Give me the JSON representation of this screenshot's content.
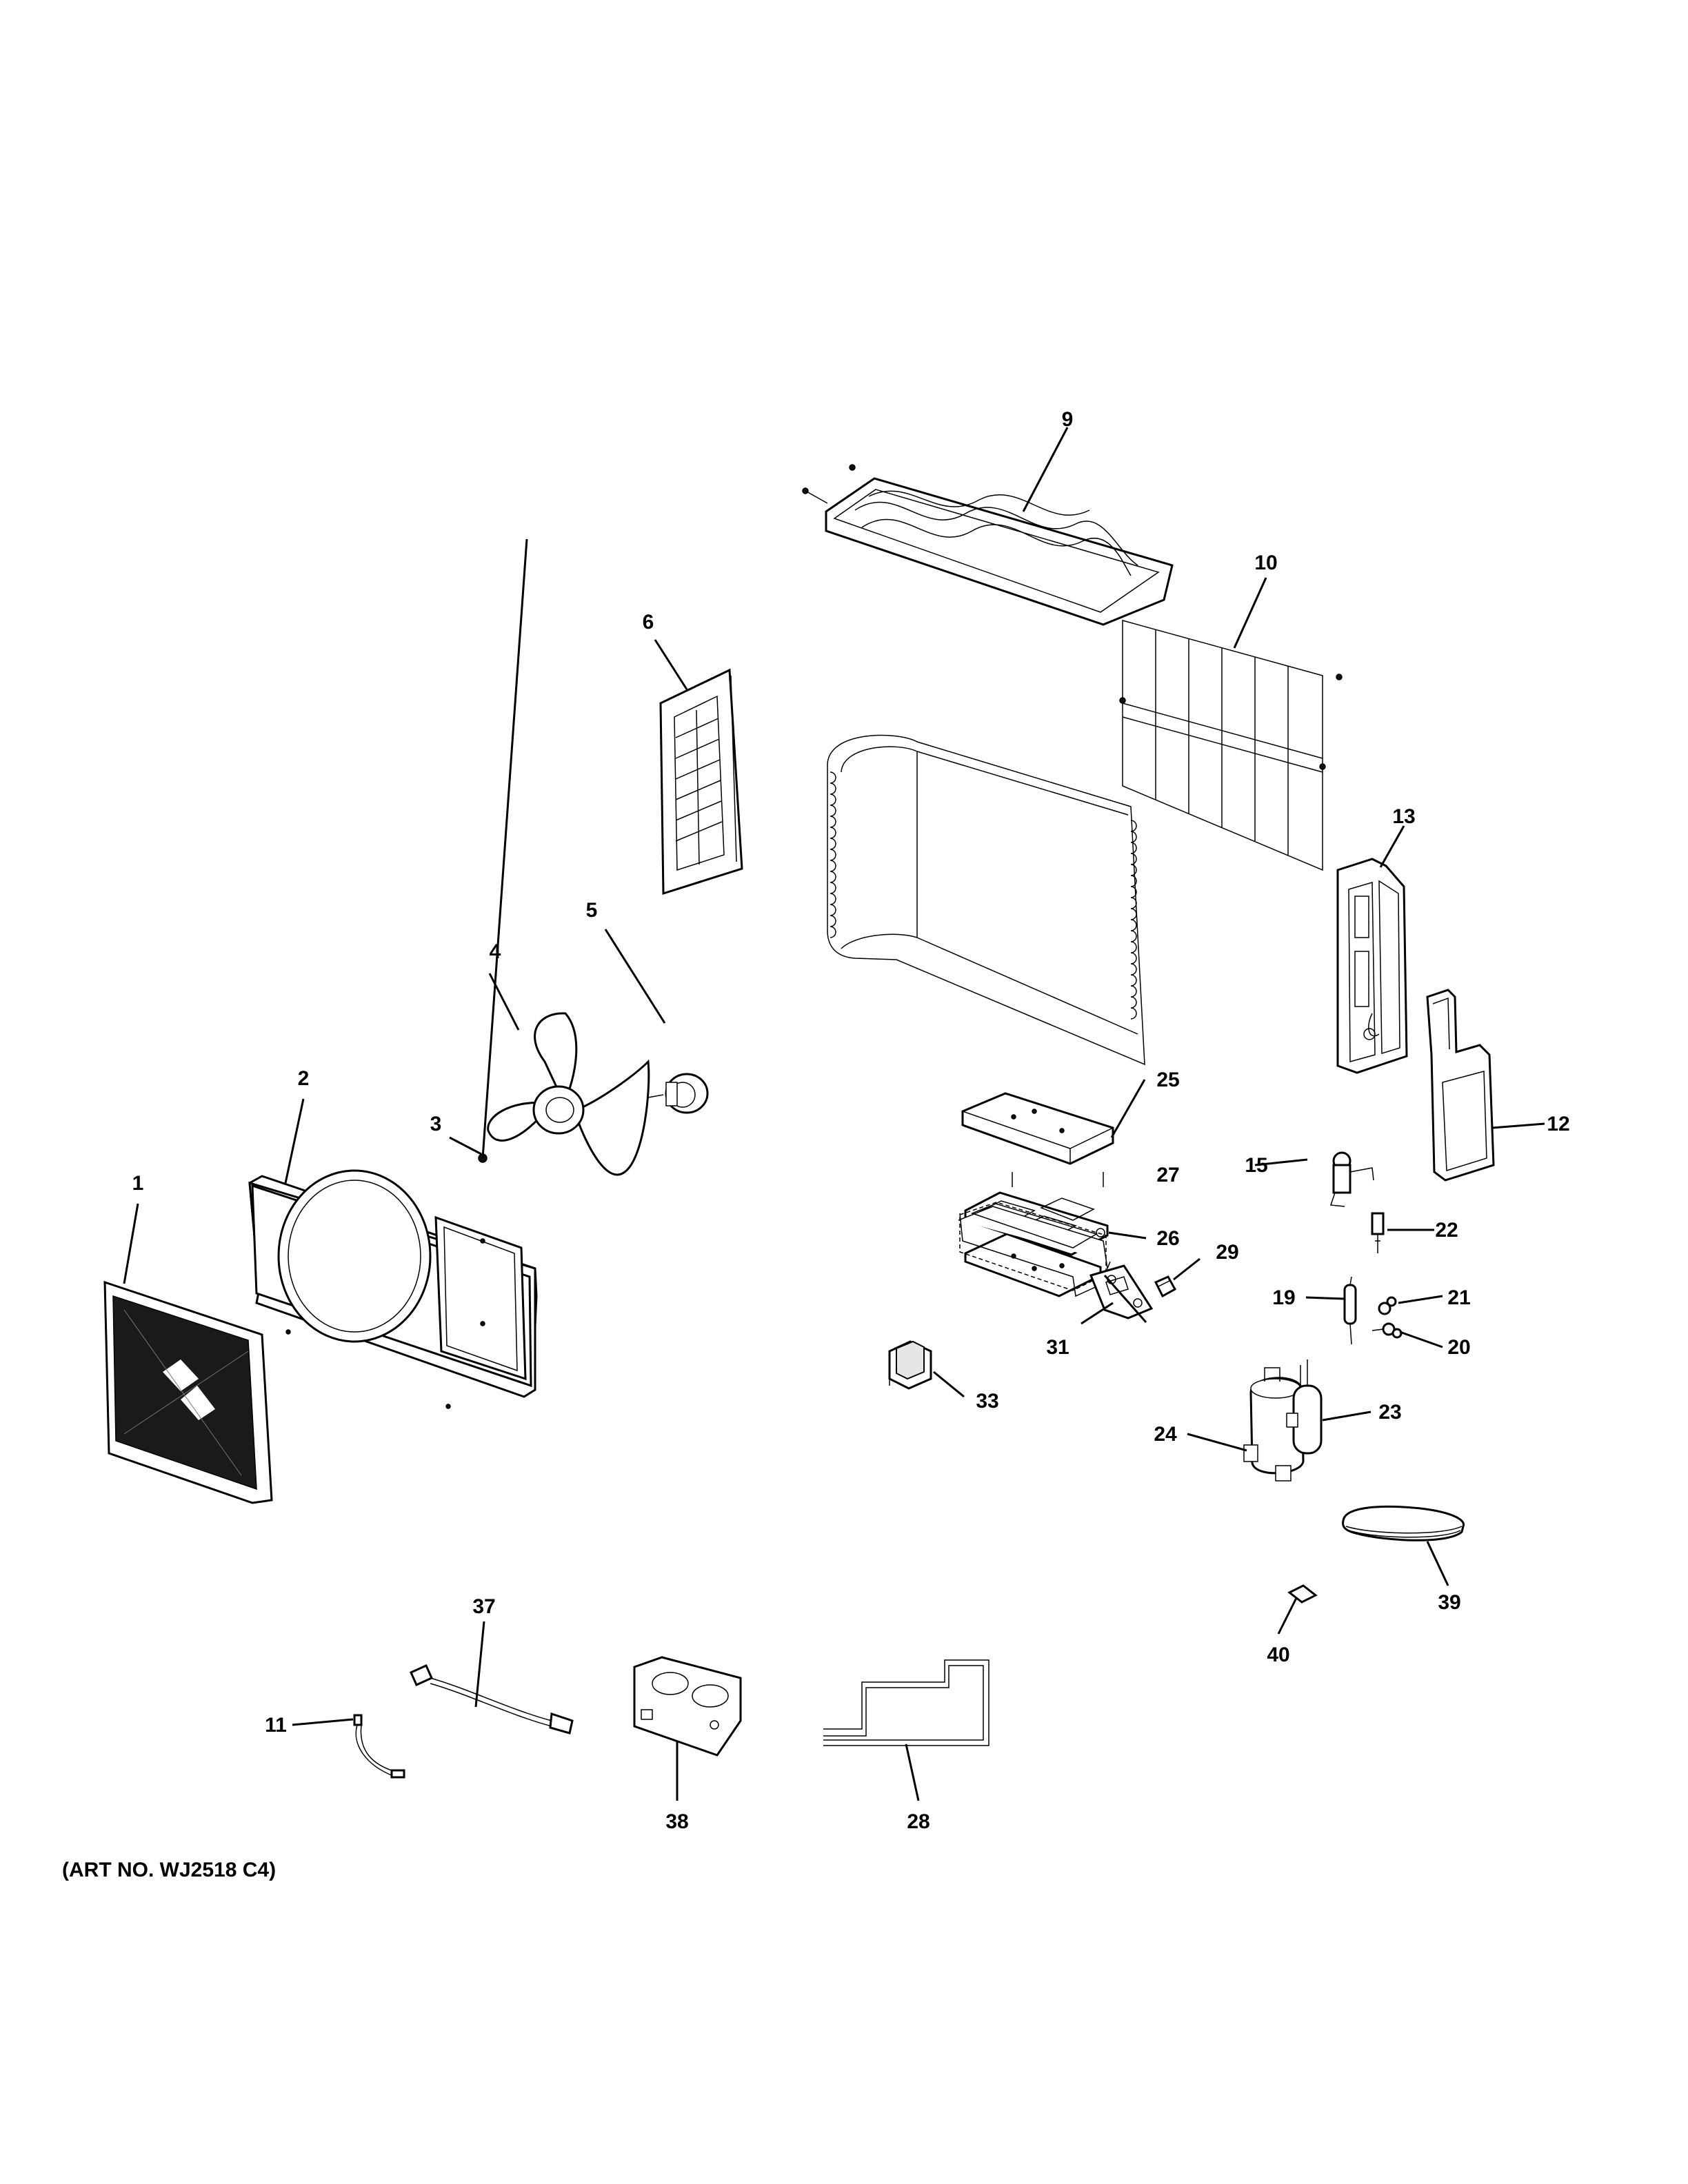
{
  "diagram": {
    "art_number": "(ART NO. WJ2518 C4)",
    "callouts": [
      {
        "id": "c1",
        "number": "1"
      },
      {
        "id": "c2",
        "number": "2"
      },
      {
        "id": "c3",
        "number": "3"
      },
      {
        "id": "c4",
        "number": "4"
      },
      {
        "id": "c5",
        "number": "5"
      },
      {
        "id": "c6",
        "number": "6"
      },
      {
        "id": "c9",
        "number": "9"
      },
      {
        "id": "c10",
        "number": "10"
      },
      {
        "id": "c11",
        "number": "11"
      },
      {
        "id": "c12",
        "number": "12"
      },
      {
        "id": "c13",
        "number": "13"
      },
      {
        "id": "c15",
        "number": "15"
      },
      {
        "id": "c19",
        "number": "19"
      },
      {
        "id": "c20",
        "number": "20"
      },
      {
        "id": "c21",
        "number": "21"
      },
      {
        "id": "c22",
        "number": "22"
      },
      {
        "id": "c23",
        "number": "23"
      },
      {
        "id": "c24",
        "number": "24"
      },
      {
        "id": "c25",
        "number": "25"
      },
      {
        "id": "c26",
        "number": "26"
      },
      {
        "id": "c27",
        "number": "27"
      },
      {
        "id": "c28",
        "number": "28"
      },
      {
        "id": "c29",
        "number": "29"
      },
      {
        "id": "c31",
        "number": "31"
      },
      {
        "id": "c33",
        "number": "33"
      },
      {
        "id": "c37",
        "number": "37"
      },
      {
        "id": "c38",
        "number": "38"
      },
      {
        "id": "c39",
        "number": "39"
      },
      {
        "id": "c40",
        "number": "40"
      }
    ]
  }
}
